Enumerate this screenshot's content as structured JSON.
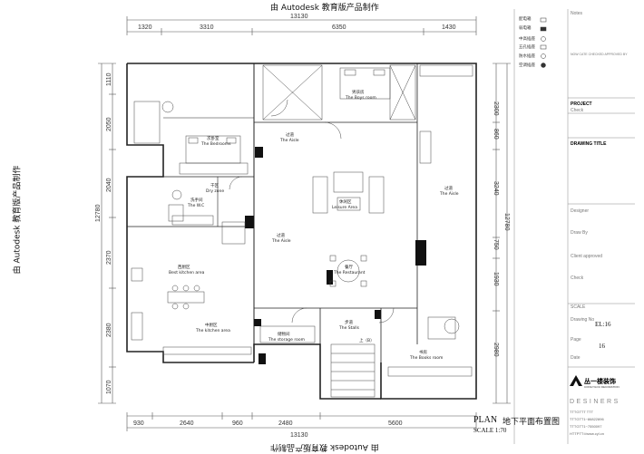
{
  "watermark": "由 Autodesk 教育版产品制作",
  "dimensions": {
    "top_total": "13130",
    "top": [
      "1320",
      "3310",
      "6350",
      "1430"
    ],
    "bottom_total": "13130",
    "bottom": [
      "930",
      "2640",
      "960",
      "2480",
      "5600"
    ],
    "left_total": "12780",
    "left": [
      "1110",
      "2050",
      "2040",
      "2370",
      "2380",
      "1070"
    ],
    "right_total": "12780",
    "right": [
      "2300",
      "860",
      "3240",
      "750",
      "1930",
      "2980"
    ]
  },
  "rooms": [
    {
      "cn": "男孩房",
      "en": "The Boys room"
    },
    {
      "cn": "次卧室",
      "en": "The Bedrooms"
    },
    {
      "cn": "过道",
      "en": "The Aisle"
    },
    {
      "cn": "干区",
      "en": "Dry zone"
    },
    {
      "cn": "洗手间",
      "en": "The W.C"
    },
    {
      "cn": "休闲区",
      "en": "Leisure Area"
    },
    {
      "cn": "过道",
      "en": "The Aisle"
    },
    {
      "cn": "过道",
      "en": "The Aisle"
    },
    {
      "cn": "西厨区",
      "en": "Best kitchen area"
    },
    {
      "cn": "餐厅",
      "en": "The Restaurant"
    },
    {
      "cn": "中厨区",
      "en": "The kitchen area"
    },
    {
      "cn": "储物间",
      "en": "The storage room"
    },
    {
      "cn": "步道",
      "en": "The Stalls"
    },
    {
      "cn": "书房",
      "en": "The Books room"
    }
  ],
  "stair_label": "上（B）",
  "legend": [
    "配电箱",
    "弱电箱",
    "中高插座",
    "五孔插座",
    "防水插座",
    "空调插座"
  ],
  "title_block": {
    "notes": "Notes",
    "check_note": "NOW CATE CHECKED APPROVED BY",
    "project": "PROJECT",
    "check": "Check",
    "drawing_title": "DRAWING TITLE",
    "designer": "Designer",
    "draw_by": "Draw By",
    "client_approved": "Client approved",
    "check2": "Check",
    "scale_lbl": "SCALE",
    "drawing_no": "Drawing No",
    "drawing_no_val": "EL:16",
    "page_lbl": "Page",
    "page_val": "16",
    "date_lbl": "Date"
  },
  "plan_title": "PLAN",
  "plan_title_cn": "地下平面布置图",
  "plan_scale": "SCALE  1:70",
  "logo_name": "丛一楼装饰",
  "logo_sub": "CONGYILOU DECORATION",
  "designers": "DESINERS",
  "contacts": [
    "TTTGTTT TTT",
    "TTTGTT1~86822896",
    "TTTGTT1~7550097",
    "HTTPTT://www.cyl.cn"
  ],
  "colors": {
    "wall": "#111111",
    "line": "#333333",
    "dim": "#555555"
  }
}
